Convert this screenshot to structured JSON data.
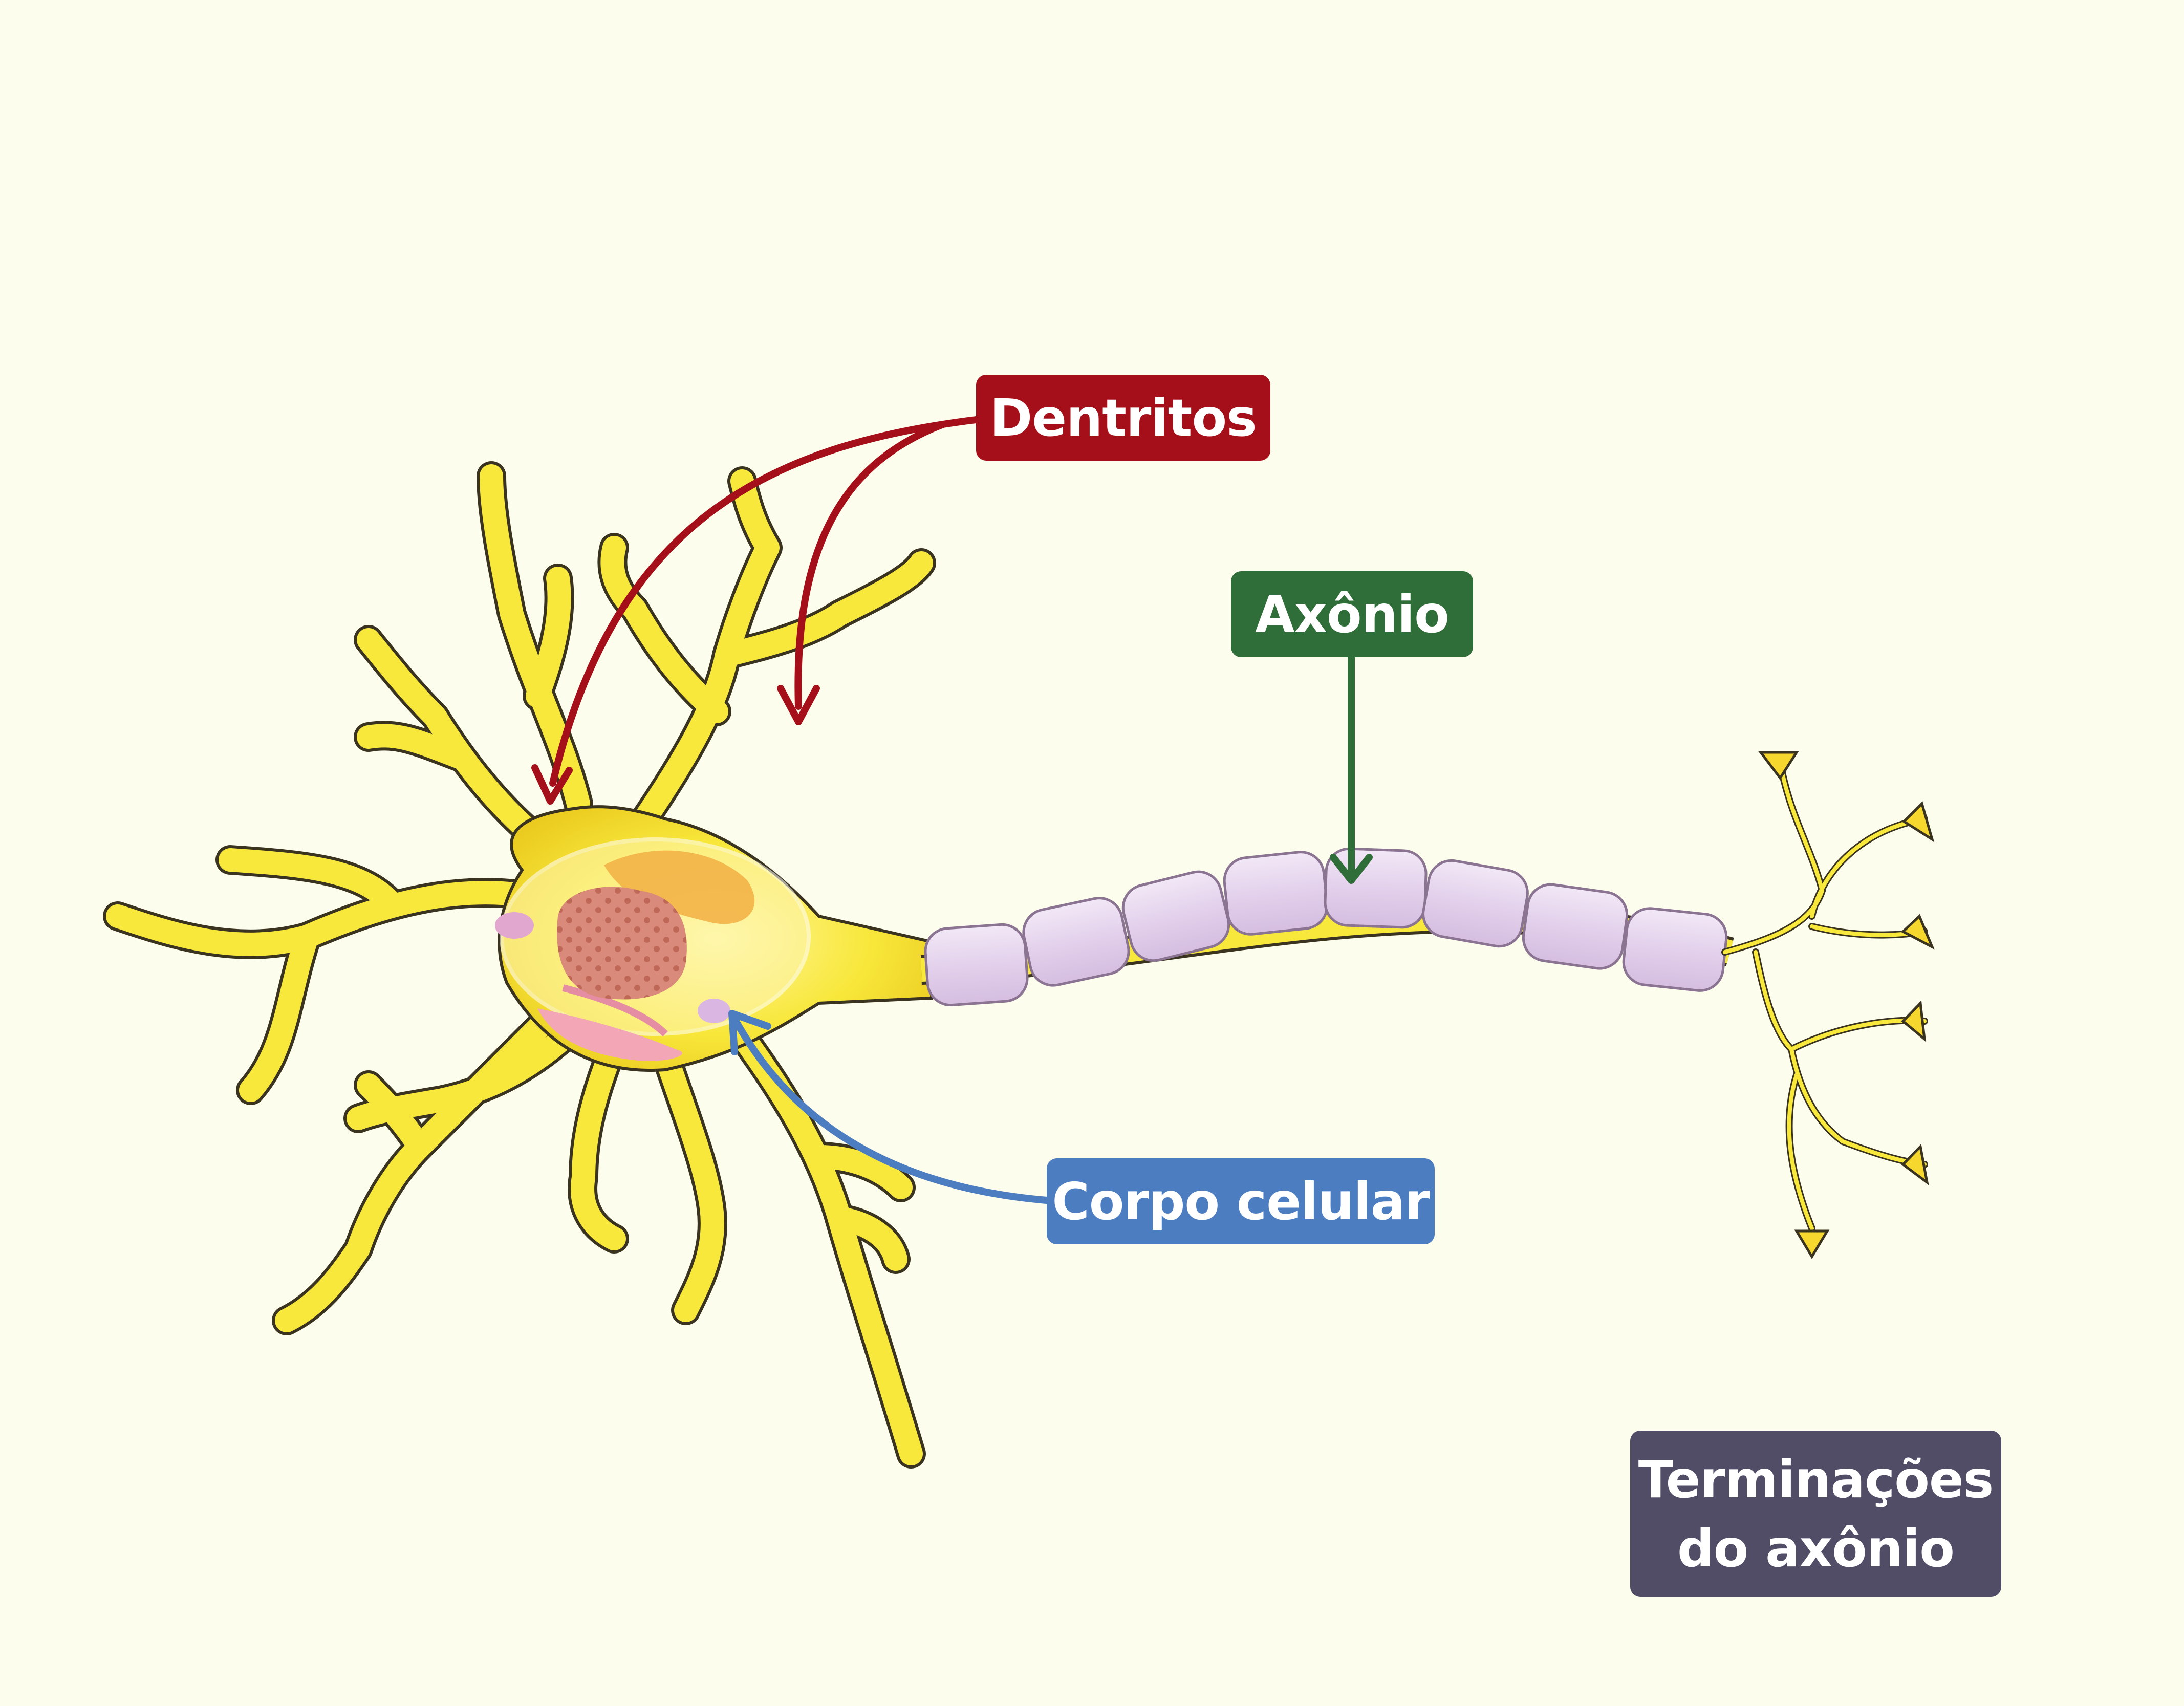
{
  "labels": {
    "dendrites": "Dentritos",
    "axon": "Axônio",
    "cell_body": "Corpo celular",
    "terminals_line1": "Terminações",
    "terminals_line2": "do axônio"
  },
  "colors": {
    "background": "#FDFDEE",
    "dendrites": "#A50F1A",
    "axon": "#2F6E38",
    "cell_body": "#4C7DC0",
    "terminals": "#514D66",
    "neuron_fill": "#F8E83C",
    "myelin": "#E6D6EE",
    "nucleus": "#D98A7A"
  }
}
